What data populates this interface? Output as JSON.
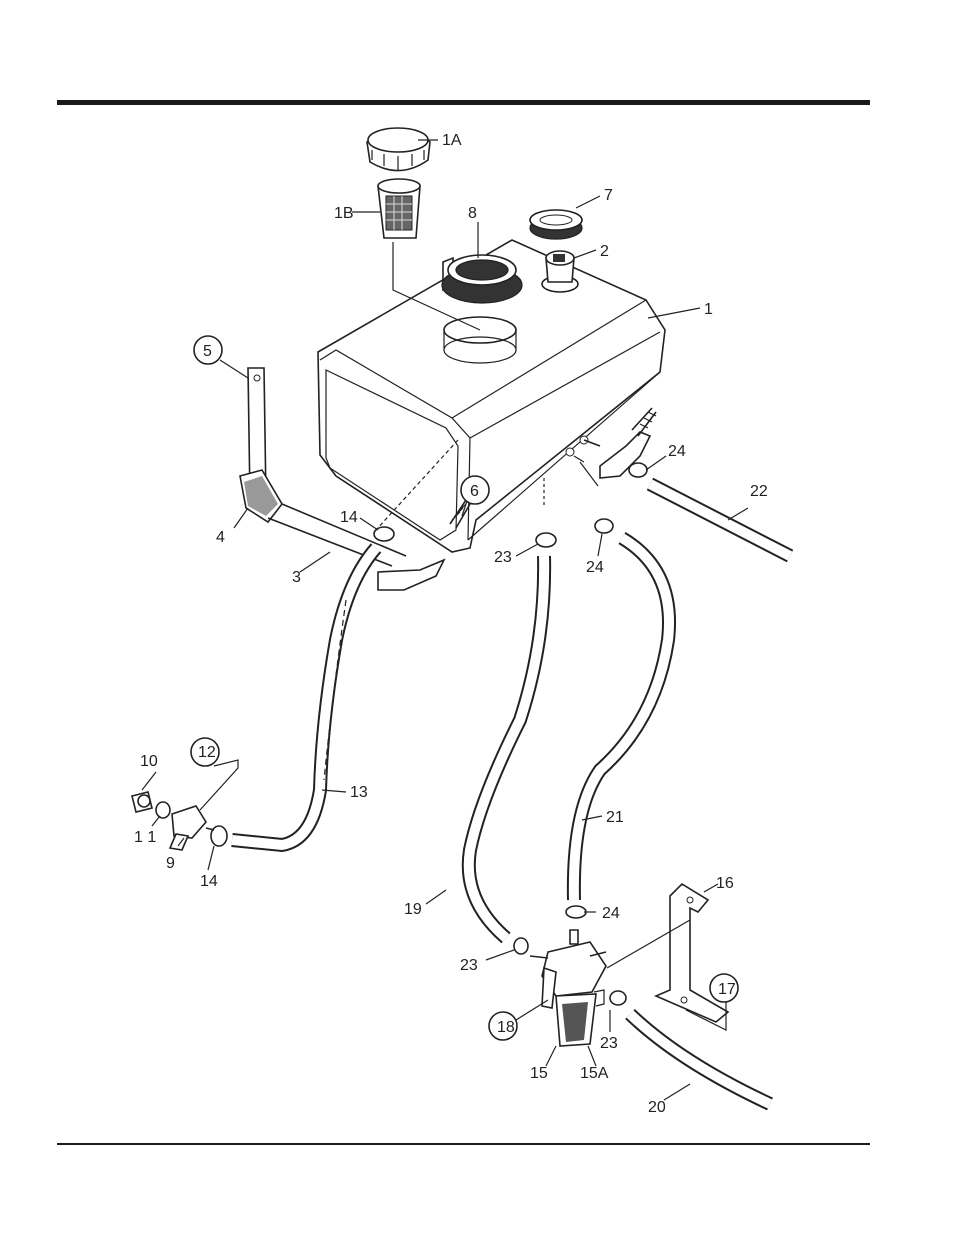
{
  "callouts": {
    "c1": "1",
    "c1A": "1A",
    "c1B": "1B",
    "c2": "2",
    "c3": "3",
    "c4": "4",
    "c5": "5",
    "c6": "6",
    "c7": "7",
    "c8": "8",
    "c9": "9",
    "c10": "10",
    "c11": "1 1",
    "c12": "12",
    "c13": "13",
    "c14a": "14",
    "c14b": "14",
    "c15": "15",
    "c15A": "15A",
    "c16": "16",
    "c17": "17",
    "c18": "18",
    "c19": "19",
    "c20": "20",
    "c21": "21",
    "c22": "22",
    "c23a": "23",
    "c23b": "23",
    "c23c": "23",
    "c24a": "24",
    "c24b": "24",
    "c24c": "24"
  }
}
